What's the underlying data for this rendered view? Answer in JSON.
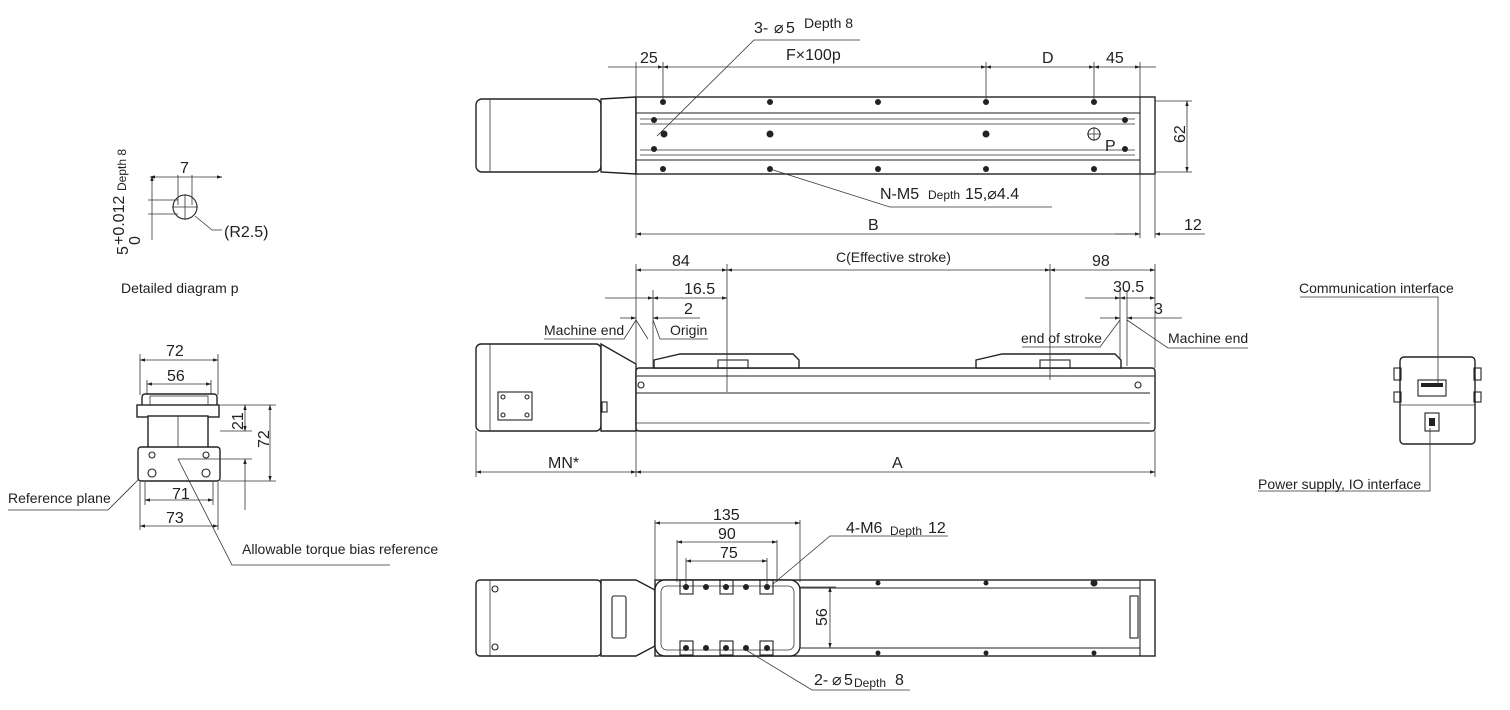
{
  "detail": {
    "caption": "Detailed diagram p",
    "width": "7",
    "tolerance": "5",
    "tolerance_upper": "+0.012",
    "tolerance_lower": "0",
    "tolerance_depth": "Depth 8",
    "radius": "(R2.5)"
  },
  "end_view": {
    "w72": "72",
    "w56": "56",
    "h21": "21",
    "h72": "72",
    "w71": "71",
    "w73": "73",
    "reference_plane": "Reference plane",
    "torque": "Allowable torque bias reference"
  },
  "top_view": {
    "holes": "3-",
    "holes_dia": "5",
    "holes_depth": "Depth 8",
    "d25": "25",
    "f100": "F×100p",
    "dD": "D",
    "d45": "45",
    "d62": "62",
    "p_label": "P",
    "taps": "N-M5",
    "taps_depth": "Depth",
    "taps_tail": "15,⌀4.4",
    "b_label": "B",
    "d12": "12"
  },
  "side_view": {
    "d84": "84",
    "stroke": "C(Effective stroke)",
    "d98": "98",
    "d16_5": "16.5",
    "d2": "2",
    "d30_5": "30.5",
    "d3": "3",
    "machine_end_left": "Machine end",
    "origin": "Origin",
    "end_of_stroke": "end of stroke",
    "machine_end_right": "Machine end",
    "mn": "MN*",
    "a_label": "A"
  },
  "bottom_view": {
    "d135": "135",
    "d90": "90",
    "d75": "75",
    "m6": "4-M6",
    "m6_depth": "Depth",
    "m6_tail": "12",
    "d56": "56",
    "pins": "2-",
    "pins_dia": "5",
    "pins_depth": "Depth",
    "pins_tail": "8"
  },
  "connector_view": {
    "comm": "Communication interface",
    "power": "Power supply, IO interface"
  }
}
